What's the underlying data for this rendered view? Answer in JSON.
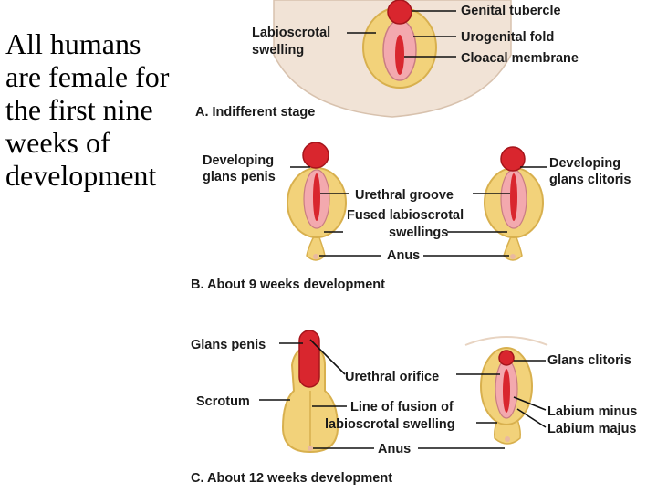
{
  "slide": {
    "line1": "All humans",
    "line2": "are female for",
    "line3": "the first nine",
    "line4": "weeks of",
    "line5": "development"
  },
  "stage_a": {
    "genital_tubercle": "Genital tubercle",
    "labioscrotal_1": "Labioscrotal",
    "labioscrotal_2": "swelling",
    "urogenital_fold": "Urogenital fold",
    "cloacal_membrane": "Cloacal membrane",
    "caption": "A. Indifferent stage"
  },
  "stage_b": {
    "dev_glans_penis_1": "Developing",
    "dev_glans_penis_2": "glans penis",
    "dev_glans_clitoris_1": "Developing",
    "dev_glans_clitoris_2": "glans clitoris",
    "urethral_groove": "Urethral groove",
    "fused_1": "Fused labioscrotal",
    "fused_2": "swellings",
    "anus": "Anus",
    "caption": "B. About 9 weeks development"
  },
  "stage_c": {
    "glans_penis": "Glans penis",
    "urethral_orifice": "Urethral orifice",
    "scrotum": "Scrotum",
    "line_fusion_1": "Line of fusion of",
    "line_fusion_2": "labioscrotal swelling",
    "anus": "Anus",
    "glans_clitoris": "Glans clitoris",
    "labium_minus": "Labium minus",
    "labium_majus": "Labium majus",
    "caption": "C. About 12 weeks development"
  },
  "colors": {
    "swelling": "#f2d27a",
    "swelling_edge": "#d8b04e",
    "fold": "#f3a9ae",
    "tissue": "#d9262e",
    "skin": "#f1e3d6"
  }
}
